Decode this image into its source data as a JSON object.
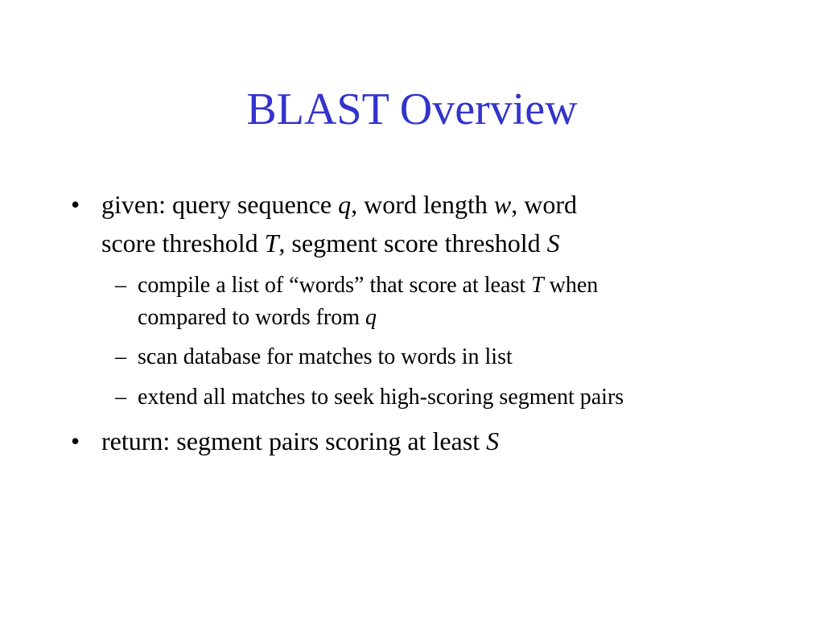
{
  "slide": {
    "title": "BLAST Overview",
    "bullet_mark": "•",
    "sub_mark": "–",
    "bullets": [
      {
        "line1": [
          "given: query sequence ",
          "q",
          ", word length ",
          "w",
          ", word"
        ],
        "line2": [
          "score threshold ",
          "T",
          ", segment score threshold ",
          "S"
        ]
      },
      {
        "line1": [
          "return: segment pairs scoring at least ",
          "S"
        ]
      }
    ],
    "sub_bullets": [
      {
        "line1": [
          "compile a list of “words” that score at least ",
          "T",
          " when"
        ],
        "line2": [
          "compared to words from ",
          "q"
        ]
      },
      {
        "line1": [
          "scan database for matches to words in list"
        ]
      },
      {
        "line1": [
          "extend all matches to seek high-scoring segment pairs"
        ]
      }
    ]
  },
  "colors": {
    "title": "#3333cc",
    "text": "#000000",
    "background": "#ffffff"
  }
}
